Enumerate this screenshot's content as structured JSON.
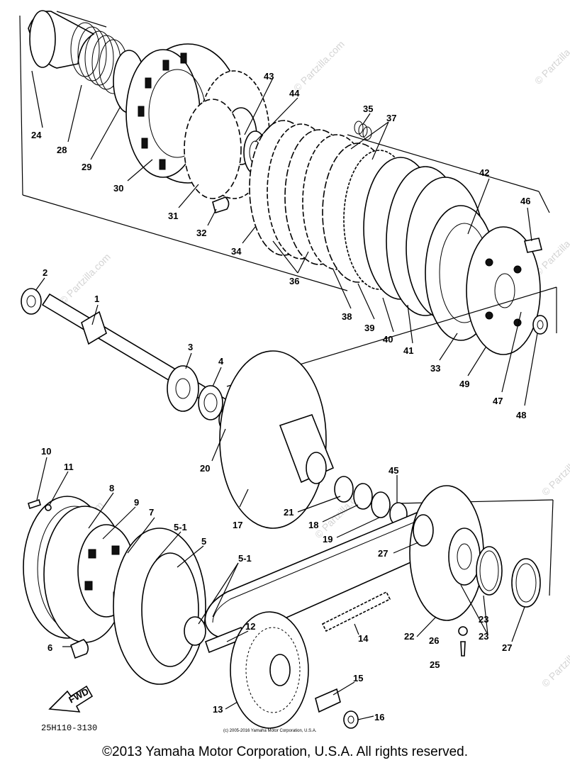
{
  "part_labels": [
    "1",
    "2",
    "3",
    "4",
    "5",
    "5-1",
    "5-1",
    "6",
    "7",
    "8",
    "9",
    "10",
    "11",
    "12",
    "13",
    "14",
    "15",
    "16",
    "17",
    "18",
    "19",
    "20",
    "21",
    "22",
    "23",
    "23",
    "24",
    "25",
    "26",
    "27",
    "27",
    "28",
    "29",
    "30",
    "31",
    "32",
    "33",
    "34",
    "35",
    "35",
    "36",
    "37",
    "38",
    "39",
    "40",
    "41",
    "42",
    "43",
    "44",
    "45",
    "46",
    "47",
    "48",
    "49"
  ],
  "drawing_number": "25H110-3130",
  "fwd_label": "FWD",
  "small_copyright": "(c) 2005-2016 Yamaha Motor Corporation, U.S.A.",
  "watermark": "© Partzilla.com",
  "footer_copyright": "©2013 Yamaha Motor Corporation, U.S.A. All rights reserved."
}
